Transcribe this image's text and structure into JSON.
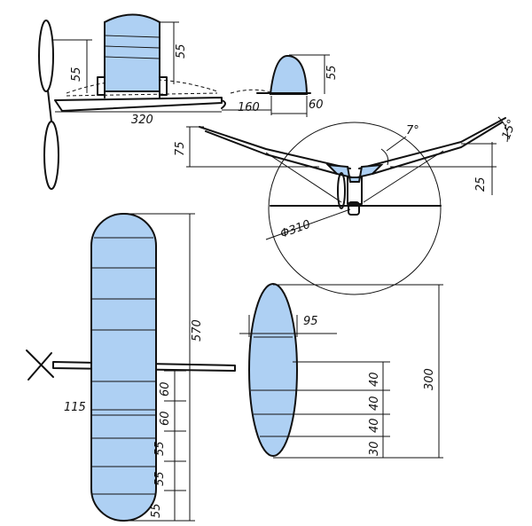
{
  "colors": {
    "covering": "#aed0f3",
    "line": "#111111",
    "paper": "#ffffff"
  },
  "dimensions": {
    "fuselage_length": "320",
    "stab_offset": "160",
    "stab_chord_side": "60",
    "fin_height": "55",
    "wing_height": "55",
    "prop_height": "55",
    "dihedral_height": "75",
    "tip_rise": "25",
    "angle_center": "7°",
    "angle_tip": "15°",
    "circle_diameter": "Φ310",
    "wing_span": "570",
    "wing_chord": "115",
    "wing_rib_1": "60",
    "wing_rib_2": "60",
    "wing_rib_3": "55",
    "wing_rib_4": "55",
    "wing_rib_5": "55",
    "stab_span": "300",
    "stab_chord": "95",
    "stab_rib_1": "40",
    "stab_rib_2": "40",
    "stab_rib_3": "40",
    "stab_rib_4": "30"
  }
}
